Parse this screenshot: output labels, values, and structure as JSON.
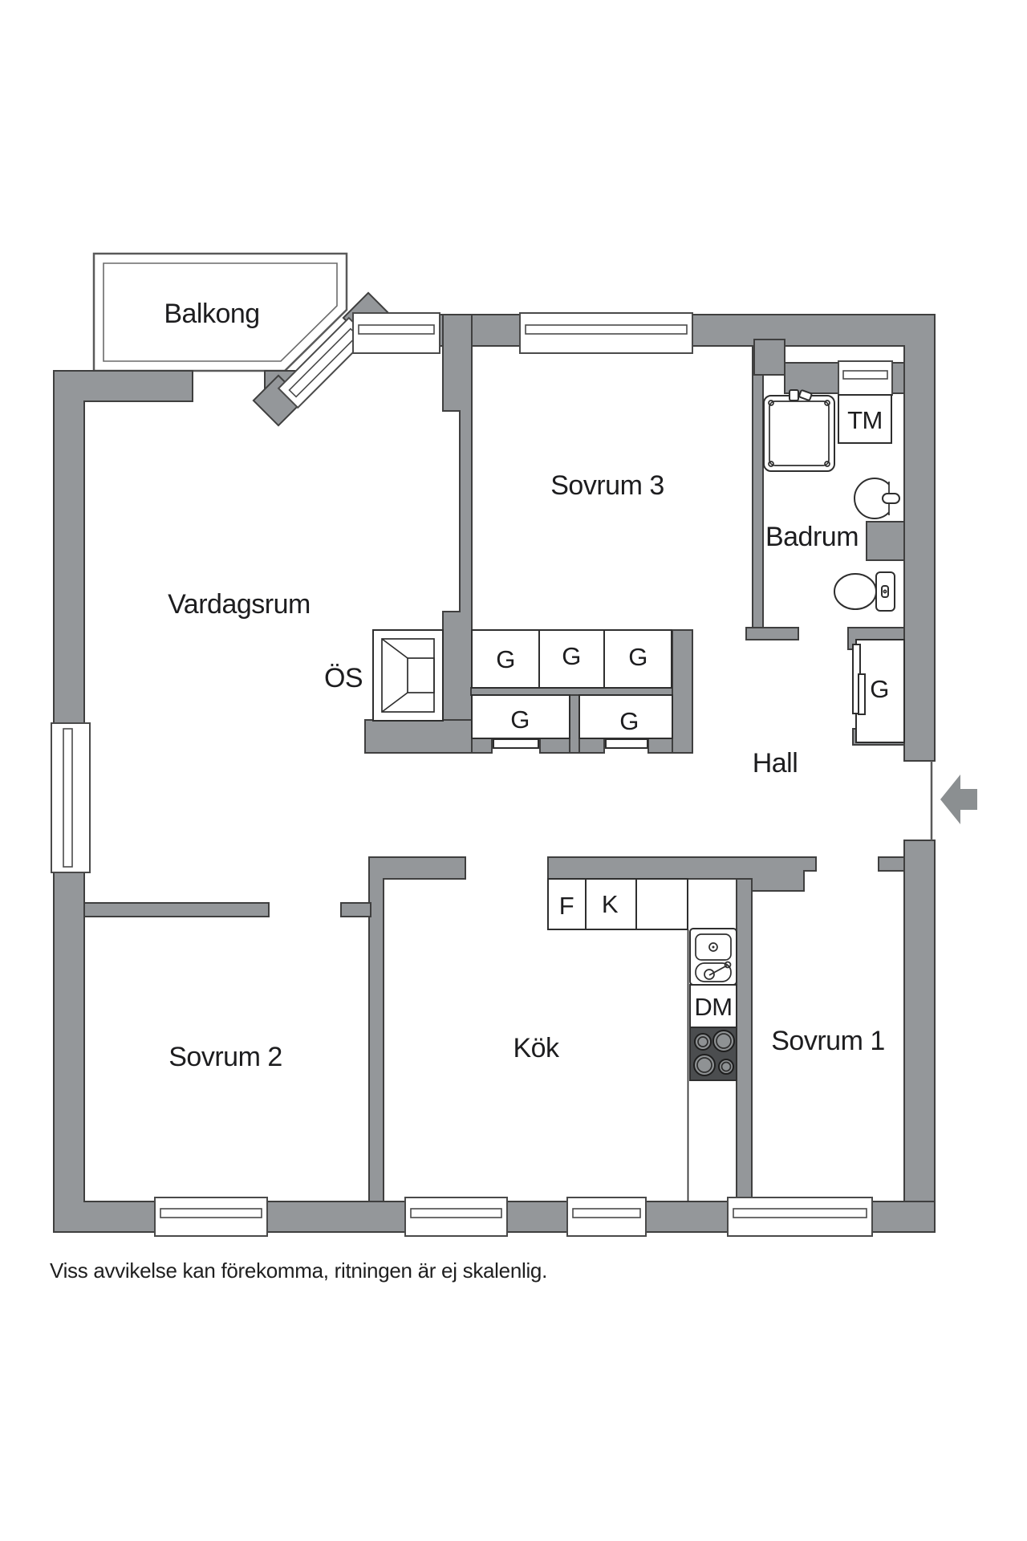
{
  "colors": {
    "wall": "#94979a",
    "wall_shadow": "#8b8f91",
    "outline": "#3f3f3f",
    "fixture_line": "#2e2e2e",
    "stove_body": "#4b4d4f",
    "burner": "#8f9294",
    "text": "#1d1d1f"
  },
  "plan": {
    "rooms": {
      "balcony": "Balkong",
      "living_room": "Vardagsrum",
      "bedroom3": "Sovrum 3",
      "bathroom": "Badrum",
      "hall": "Hall",
      "bedroom2": "Sovrum 2",
      "kitchen": "Kök",
      "bedroom1": "Sovrum 1"
    },
    "fixtures": {
      "washing_machine": "TM",
      "fireplace": "ÖS",
      "wardrobe": "G",
      "f_unit": "F",
      "k_unit": "K",
      "dishwasher": "DM"
    }
  },
  "footer": {
    "disclaimer": "Viss avvikelse kan förekomma, ritningen är ej skalenlig."
  }
}
